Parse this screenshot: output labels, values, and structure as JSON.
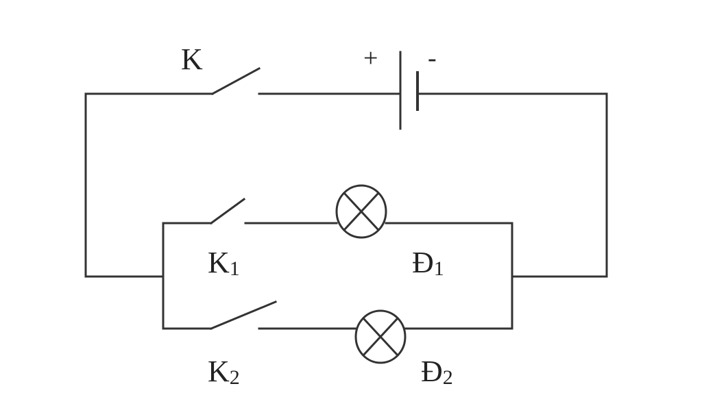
{
  "labels": {
    "main_switch": "K",
    "battery_plus": "+",
    "battery_minus": "-",
    "switch_1": {
      "base": "K",
      "sub": "1"
    },
    "switch_2": {
      "base": "K",
      "sub": "2"
    },
    "lamp_1": {
      "base": "Đ",
      "sub": "1"
    },
    "lamp_2": {
      "base": "Đ",
      "sub": "2"
    }
  },
  "colors": {
    "wire": "#333333",
    "text": "#222222",
    "background": "#ffffff"
  }
}
